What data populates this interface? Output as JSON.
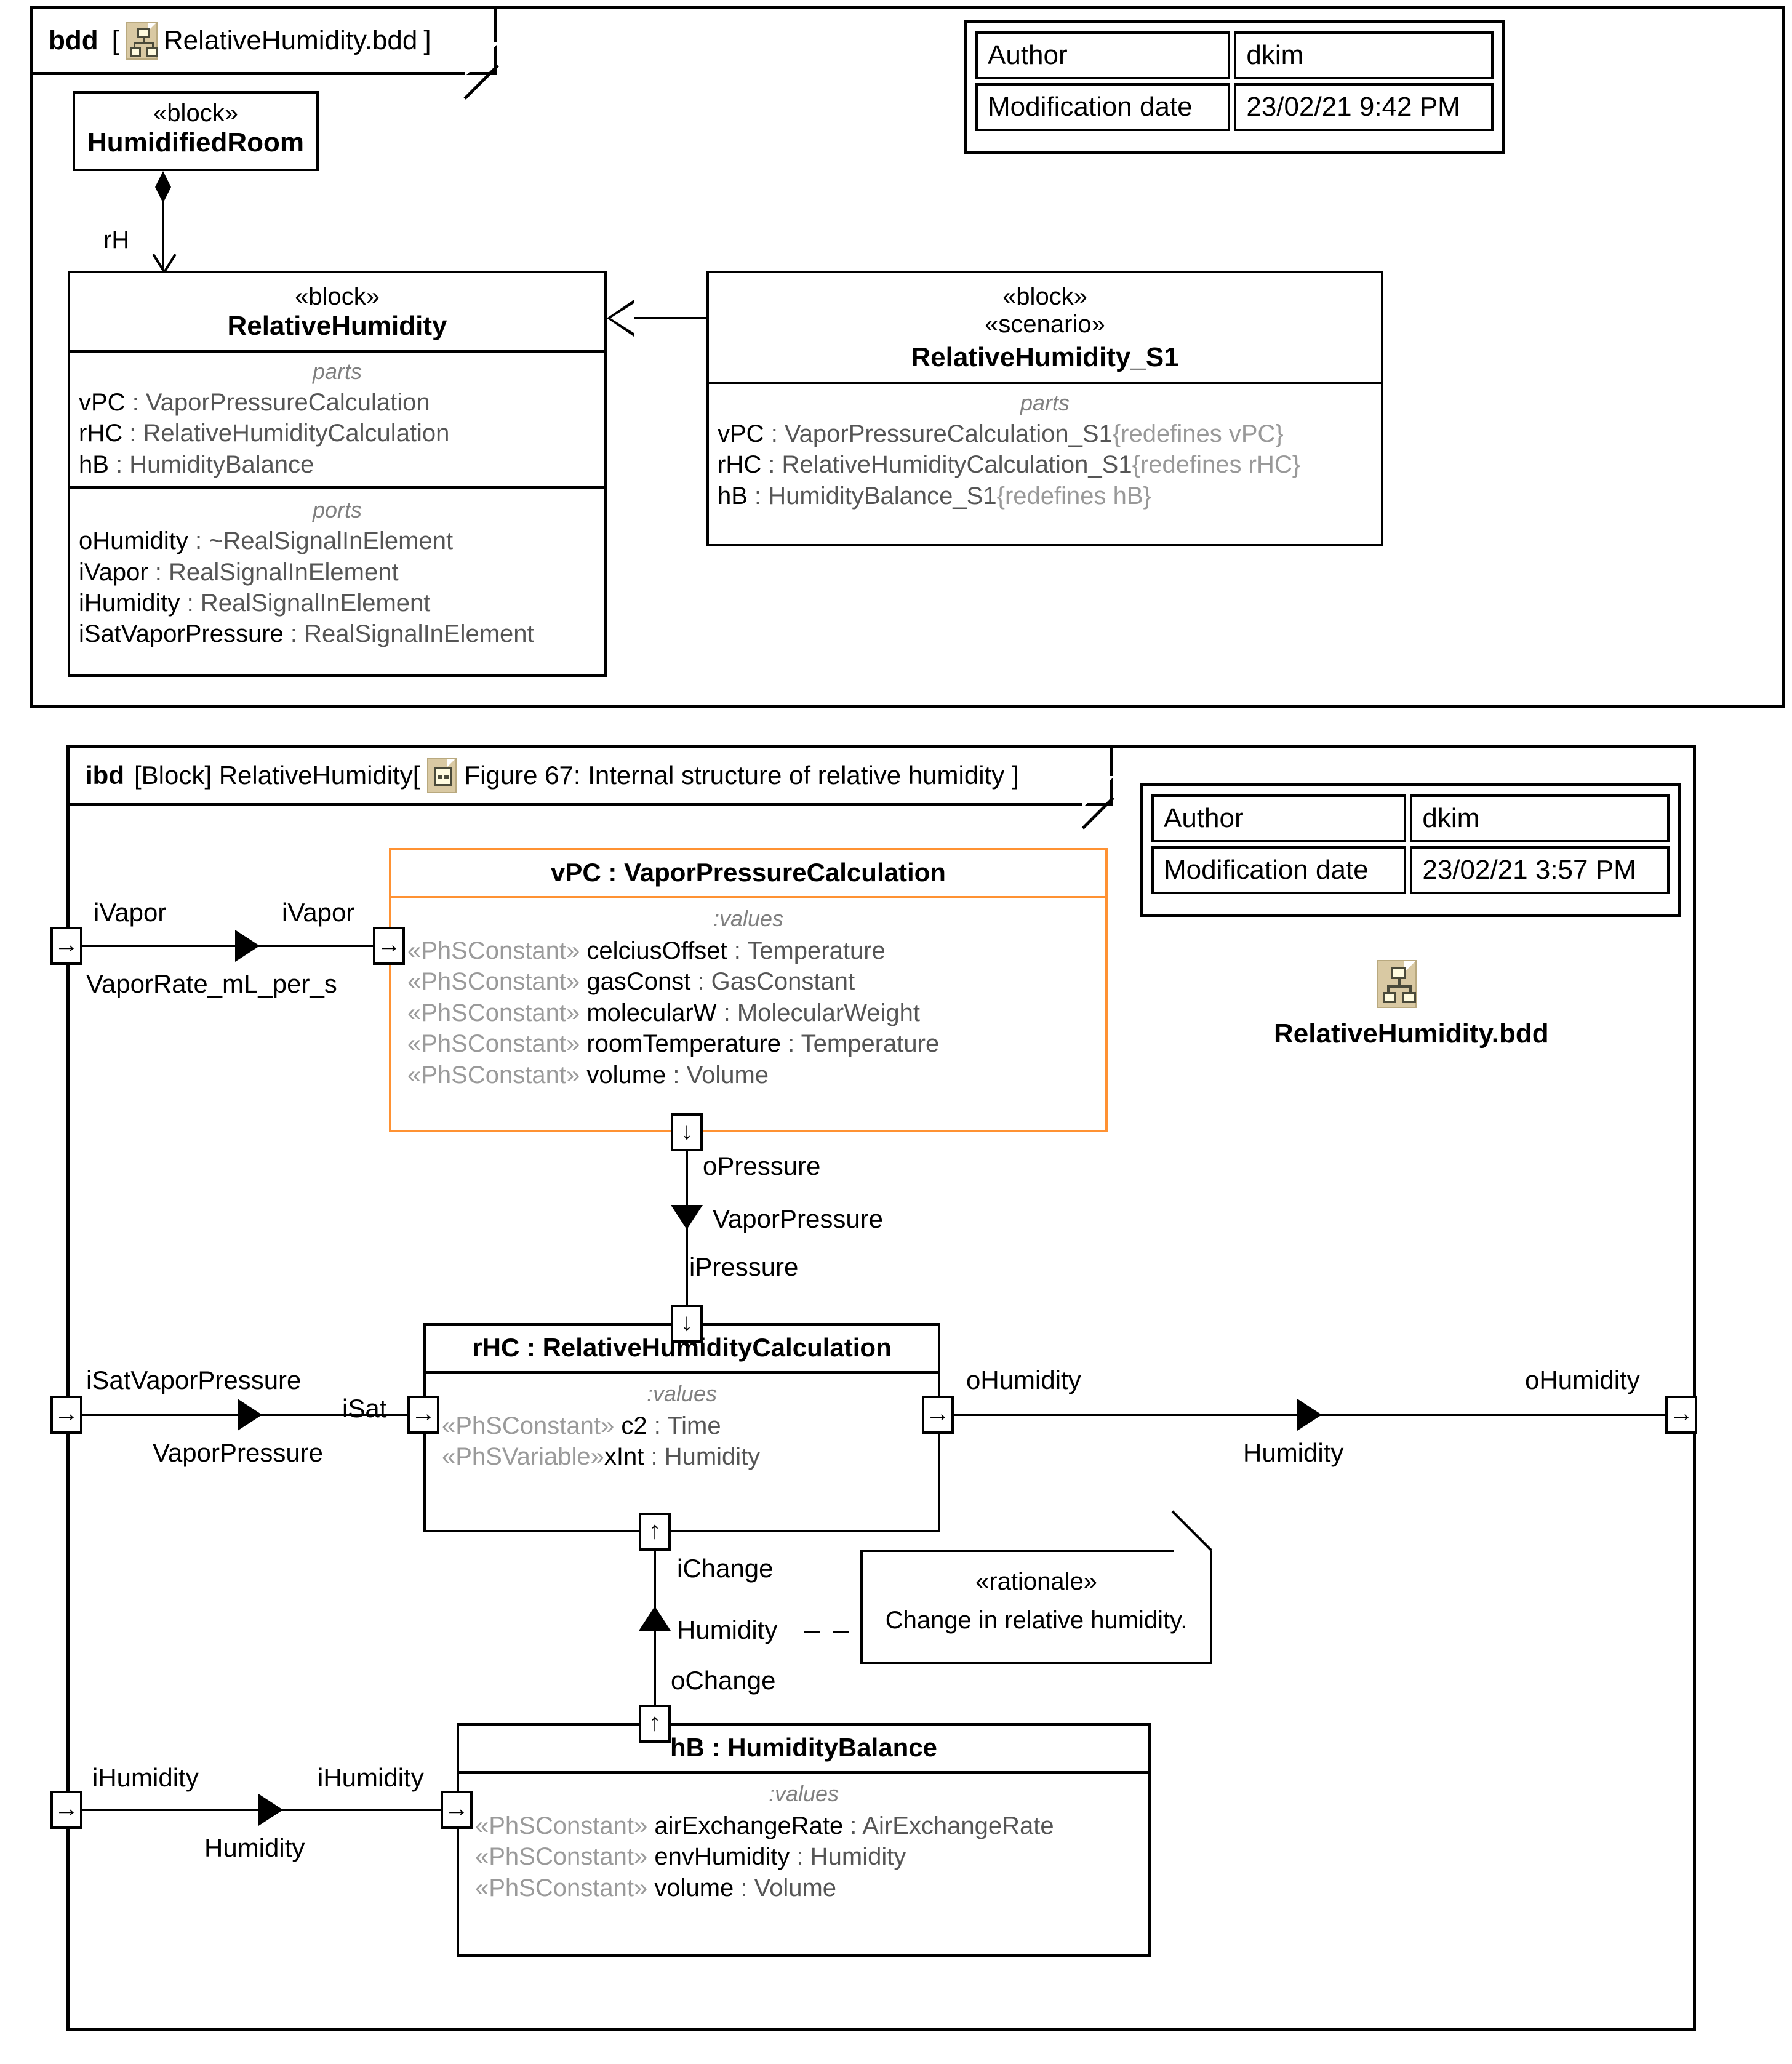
{
  "bdd_frame": {
    "kind": "bdd",
    "bracket_open": "[",
    "icon": "bdd-diagram-icon",
    "title": "RelativeHumidity.bdd",
    "bracket_close": "]"
  },
  "bdd_meta": {
    "rows": [
      {
        "label": "Author",
        "value": "dkim"
      },
      {
        "label": "Modification date",
        "value": "23/02/21 9:42 PM"
      }
    ]
  },
  "humidified_room": {
    "stereotype": "«block»",
    "name": "HumidifiedRoom"
  },
  "composition": {
    "end_label": "rH"
  },
  "relative_humidity": {
    "stereotype": "«block»",
    "name": "RelativeHumidity",
    "parts_label": "parts",
    "parts": [
      {
        "role": "vPC",
        "sep": " : ",
        "type": "VaporPressureCalculation"
      },
      {
        "role": "rHC",
        "sep": " : ",
        "type": "RelativeHumidityCalculation"
      },
      {
        "role": "hB",
        "sep": " : ",
        "type": "HumidityBalance"
      }
    ],
    "ports_label": "ports",
    "ports": [
      {
        "role": "oHumidity",
        "sep": " : ",
        "type": "~RealSignalInElement"
      },
      {
        "role": "iVapor",
        "sep": " : ",
        "type": "RealSignalInElement"
      },
      {
        "role": "iHumidity",
        "sep": " : ",
        "type": "RealSignalInElement"
      },
      {
        "role": "iSatVaporPressure",
        "sep": " : ",
        "type": "RealSignalInElement"
      }
    ]
  },
  "relative_humidity_s1": {
    "stereotype1": "«block»",
    "stereotype2": "«scenario»",
    "name": "RelativeHumidity_S1",
    "parts_label": "parts",
    "parts": [
      {
        "role": "vPC",
        "sep": " : ",
        "type": "VaporPressureCalculation_S1",
        "redefines": "{redefines vPC}"
      },
      {
        "role": "rHC",
        "sep": " : ",
        "type": "RelativeHumidityCalculation_S1",
        "redefines": "{redefines rHC}"
      },
      {
        "role": "hB",
        "sep": " : ",
        "type": "HumidityBalance_S1",
        "redefines": "{redefines hB}"
      }
    ]
  },
  "ibd_frame": {
    "kind": "ibd",
    "scope": "[Block] RelativeHumidity[",
    "icon": "ibd-diagram-icon",
    "title": "Figure 67: Internal structure of relative humidity",
    "bracket_close": "]"
  },
  "ibd_meta": {
    "rows": [
      {
        "label": "Author",
        "value": "dkim"
      },
      {
        "label": "Modification date",
        "value": "23/02/21 3:57 PM"
      }
    ]
  },
  "bdd_ref": {
    "icon": "bdd-diagram-icon",
    "label": "RelativeHumidity.bdd"
  },
  "vpc": {
    "header": "vPC : VaporPressureCalculation",
    "values_label": ":values",
    "values": [
      {
        "stereotype": "«PhSConstant»",
        "name": "celciusOffset",
        "sep": " : ",
        "type": "Temperature"
      },
      {
        "stereotype": "«PhSConstant»",
        "name": "gasConst",
        "sep": " : ",
        "type": "GasConstant"
      },
      {
        "stereotype": "«PhSConstant»",
        "name": "molecularW",
        "sep": " : ",
        "type": "MolecularWeight"
      },
      {
        "stereotype": "«PhSConstant»",
        "name": "roomTemperature",
        "sep": " : ",
        "type": "Temperature"
      },
      {
        "stereotype": "«PhSConstant»",
        "name": "volume",
        "sep": " : ",
        "type": "Volume"
      }
    ]
  },
  "rhc": {
    "header": "rHC : RelativeHumidityCalculation",
    "values_label": ":values",
    "values": [
      {
        "stereotype": "«PhSConstant»",
        "name": "c2",
        "sep": " : ",
        "type": "Time"
      },
      {
        "stereotype": "«PhSVariable»",
        "name": "xInt",
        "sep": " : ",
        "type": "Humidity"
      }
    ]
  },
  "hb": {
    "header": "hB : HumidityBalance",
    "values_label": ":values",
    "values": [
      {
        "stereotype": "«PhSConstant»",
        "name": "airExchangeRate",
        "sep": " : ",
        "type": "AirExchangeRate"
      },
      {
        "stereotype": "«PhSConstant»",
        "name": "envHumidity",
        "sep": " : ",
        "type": "Humidity"
      },
      {
        "stereotype": "«PhSConstant»",
        "name": "volume",
        "sep": " : ",
        "type": "Volume"
      }
    ]
  },
  "rationale_note": {
    "stereotype": "«rationale»",
    "text": "Change in relative humidity."
  },
  "connectors": {
    "ivapor_outer": "iVapor",
    "ivapor_inner": "iVapor",
    "ivapor_item": "VaporRate_mL_per_s",
    "opressure": "oPressure",
    "vaporpressure_flow": "VaporPressure",
    "ipressure": "iPressure",
    "isat_outer": "iSatVaporPressure",
    "isat_inner": "iSat",
    "isat_item": "VaporPressure",
    "ohumidity_inner": "oHumidity",
    "ohumidity_item": "Humidity",
    "ohumidity_outer": "oHumidity",
    "ichange": "iChange",
    "change_item": "Humidity",
    "ochange": "oChange",
    "ihumidity_outer": "iHumidity",
    "ihumidity_item": "Humidity",
    "ihumidity_inner": "iHumidity"
  },
  "port_glyphs": {
    "right": "→",
    "down": "↓",
    "up": "↑"
  },
  "colors": {
    "highlight": "#ff9233",
    "stereotype_gray": "#9a9a9a",
    "section_gray": "#808080",
    "type_gray": "#555555",
    "icon_fill": "#d9c9a3"
  }
}
